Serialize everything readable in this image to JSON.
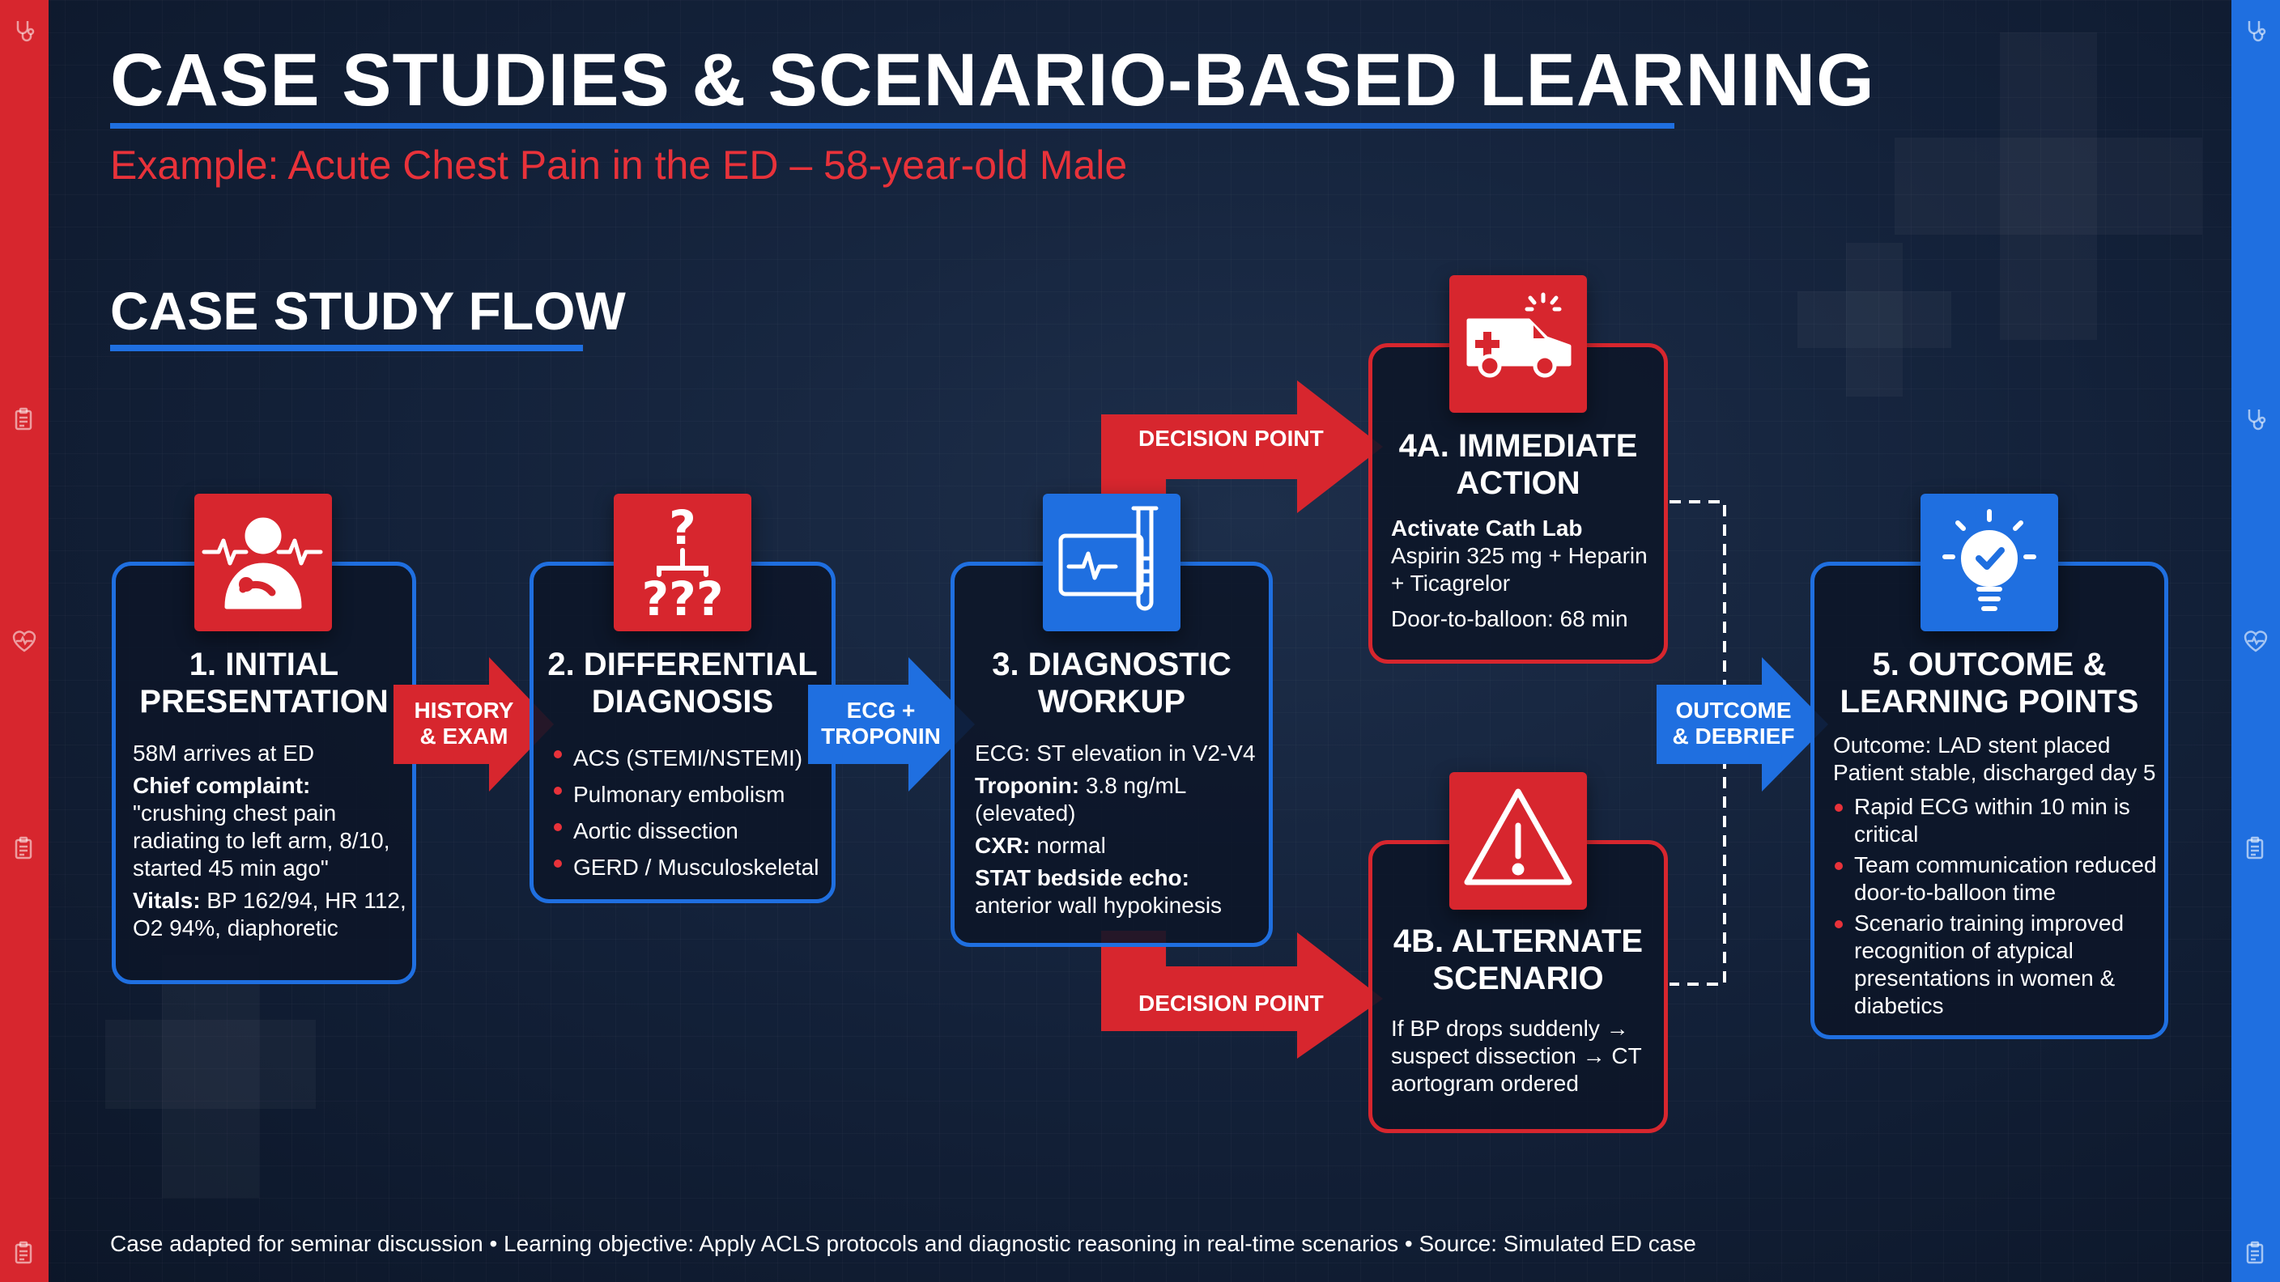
{
  "title": "CASE STUDIES & SCENARIO-BASED LEARNING",
  "subtitle": "Example: Acute Chest Pain in the ED – 58-year-old Male",
  "section_title": "CASE STUDY FLOW",
  "steps": {
    "initial": {
      "title": "1. INITIAL PRESENTATION",
      "line1": "58M arrives at ED",
      "complaint_label": "Chief complaint:",
      "complaint_text": "\"crushing chest pain radiating to left arm, 8/10, started 45 min ago\"",
      "vitals_label": "Vitals:",
      "vitals_text": " BP 162/94, HR 112, O2 94%, diaphoretic"
    },
    "differential": {
      "title": "2. DIFFERENTIAL DIAGNOSIS",
      "items": [
        "ACS (STEMI/NSTEMI)",
        "Pulmonary embolism",
        "Aortic dissection",
        "GERD / Musculoskeletal"
      ]
    },
    "workup": {
      "title": "3. DIAGNOSTIC WORKUP",
      "ecg": "ECG: ST elevation in V2-V4",
      "troponin_label": "Troponin:",
      "troponin_text": " 3.8 ng/mL (elevated)",
      "cxr_label": "CXR:",
      "cxr_text": " normal",
      "echo_label": "STAT bedside echo:",
      "echo_text": "anterior wall hypokinesis"
    },
    "immediate": {
      "title": "4A. IMMEDIATE ACTION",
      "bold_line": "Activate Cath Lab",
      "line2": "Aspirin 325 mg + Heparin + Ticagrelor",
      "line3": "Door-to-balloon: 68 min"
    },
    "alternate": {
      "title": "4B. ALTERNATE SCENARIO",
      "text": "If BP drops suddenly → suspect dissection → CT aortogram ordered"
    },
    "outcome": {
      "title": "5. OUTCOME & LEARNING POINTS",
      "line1": "Outcome: LAD stent placed",
      "line2": "Patient stable, discharged day 5",
      "items": [
        "Rapid ECG within 10 min is critical",
        "Team communication reduced door-to-balloon time",
        "Scenario training improved recognition of atypical presentations in women & diabetics"
      ]
    }
  },
  "arrows": {
    "history": "HISTORY & EXAM",
    "ecg": "ECG + TROPONIN",
    "decision_top": "DECISION POINT",
    "decision_bottom": "DECISION POINT",
    "outcome": "OUTCOME & DEBRIEF"
  },
  "icons": {
    "initial": "patient-chest-pain-icon",
    "differential": "question-marks-icon",
    "workup": "ecg-test-tube-icon",
    "immediate": "ambulance-icon",
    "alternate": "warning-icon",
    "outcome": "lightbulb-check-icon"
  },
  "colors": {
    "red": "#d7262e",
    "blue": "#1f6fe0",
    "accent_text": "#e8323a",
    "background": "#0f1b30"
  },
  "footer": "Case adapted for seminar discussion • Learning objective: Apply ACLS protocols and diagnostic reasoning in real-time scenarios • Source: Simulated ED case"
}
